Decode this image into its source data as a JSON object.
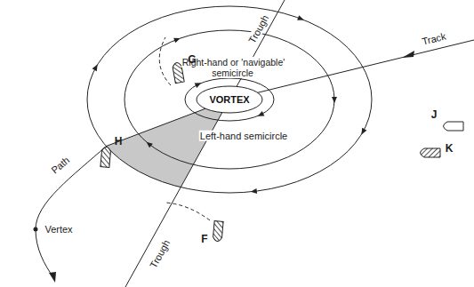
{
  "diagram": {
    "nodes": [
      {
        "text": [
          "VORTEX"
        ]
      }
    ],
    "labels": [
      "Trough",
      "Right-hand or 'navigable' semicircle",
      "Track",
      "G",
      "H",
      "J",
      "K",
      "Left-hand semicircle",
      "Path",
      "Vertex",
      "F",
      "Trough"
    ]
  }
}
